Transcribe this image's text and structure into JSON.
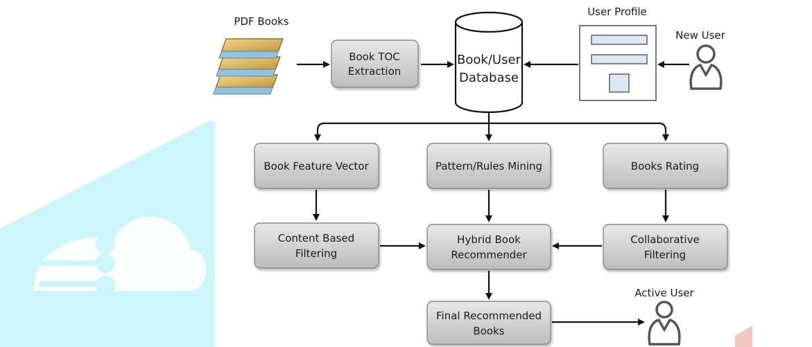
{
  "nodes": {
    "pdf_books": "PDF Books",
    "toc_extraction": [
      "Book TOC",
      "Extraction"
    ],
    "database": [
      "Book/User",
      "Database"
    ],
    "user_profile": "User Profile",
    "new_user": "New User",
    "feature_vector": "Book Feature Vector",
    "pattern_mining": "Pattern/Rules Mining",
    "books_rating": "Books Rating",
    "content_filtering": [
      "Content Based",
      "Filtering"
    ],
    "hybrid_recommender": [
      "Hybrid Book",
      "Recommender"
    ],
    "collaborative_filtering": [
      "Collaborative",
      "Filtering"
    ],
    "final_recommended": [
      "Final Recommended",
      "Books"
    ],
    "active_user": "Active User"
  },
  "colors": {
    "box_top": "#e6e6e6",
    "box_bottom": "#bdbdbd",
    "book_cover": "#d9b45a",
    "book_pages": "#8fc3dd",
    "user_icon": "#555555",
    "watermark": "#ccf6fb",
    "watermark_accent": "#f5c6c0"
  },
  "icons": [
    "book-stack-icon",
    "database-cylinder-icon",
    "form-document-icon",
    "user-icon"
  ]
}
